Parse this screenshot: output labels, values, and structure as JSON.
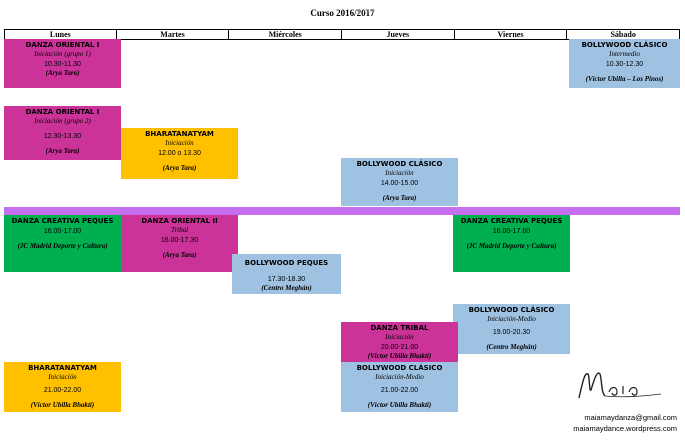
{
  "title": "Curso 2016/2017",
  "days": [
    "Lunes",
    "Martes",
    "Miércoles",
    "Jueves",
    "Viernes",
    "Sábado"
  ],
  "classes": [
    {
      "name": "DANZA ORIENTAL I",
      "level": "Iniciación (grupo 1)",
      "time": "10.30-11.30",
      "teacher": "(Arya Tara)"
    },
    {
      "name": "DANZA ORIENTAL I",
      "level": "Iniciación (grupo 2)",
      "time": "12.30-13.30",
      "teacher": "(Arya Tara)"
    },
    {
      "name": "BHARATANATYAM",
      "level": "Iniciación",
      "time": "12.00 o 13.30",
      "teacher": "(Arya Tara)"
    },
    {
      "name": "BOLLYWOOD CLÁSICO",
      "level": "Iniciación",
      "time": "14.00-15.00",
      "teacher": "(Arya Tara)"
    },
    {
      "name": "BOLLYWOOD CLÁSICO",
      "level": "Intermedio",
      "time": "10.30-12.30",
      "teacher": "(Víctor Ubilla – Los Pinos)"
    },
    {
      "name": "DANZA CREATIVA PEQUES",
      "level": "",
      "time": "16.00-17.00",
      "teacher": "(JC Madrid Deporte y Cultura)"
    },
    {
      "name": "DANZA ORIENTAL II",
      "level": "Tribal",
      "time": "16.00-17.30",
      "teacher": "(Arya Tara)"
    },
    {
      "name": "BOLLYWOOD PEQUES",
      "level": "",
      "time": "17.30-18.30",
      "teacher": "(Centro Meghán)"
    },
    {
      "name": "DANZA CREATIVA PEQUES",
      "level": "",
      "time": "16.00-17.00",
      "teacher": "(JC Madrid Deporte y Cultura)"
    },
    {
      "name": "BOLLYWOOD CLÁSICO",
      "level": "Iniciación-Medio",
      "time": "19.00-20.30",
      "teacher": "(Centro Meghán)"
    },
    {
      "name": "DANZA TRIBAL",
      "level": "Iniciación",
      "time": "20.00-21.00",
      "teacher": "(Víctor Ubilla Bhakti)"
    },
    {
      "name": "BOLLYWOOD CLÁSICO",
      "level": "Iniciación-Medio",
      "time": "21.00-22.00",
      "teacher": "(Víctor Ubilla Bhakti)"
    },
    {
      "name": "BHARATANATYAM",
      "level": "Iniciación",
      "time": "21.00-22.00",
      "teacher": "(Víctor Ubilla Bhakti)"
    }
  ],
  "signature": "Maia",
  "contact": {
    "email": "maiamaydanza@gmail.com",
    "blog": "maiamaydance.wordpress.com"
  },
  "colors": {
    "magenta": "#cc3399",
    "orange": "#ffc000",
    "blue": "#9fc1e2",
    "green": "#00b050",
    "band": "#c56ef0"
  }
}
